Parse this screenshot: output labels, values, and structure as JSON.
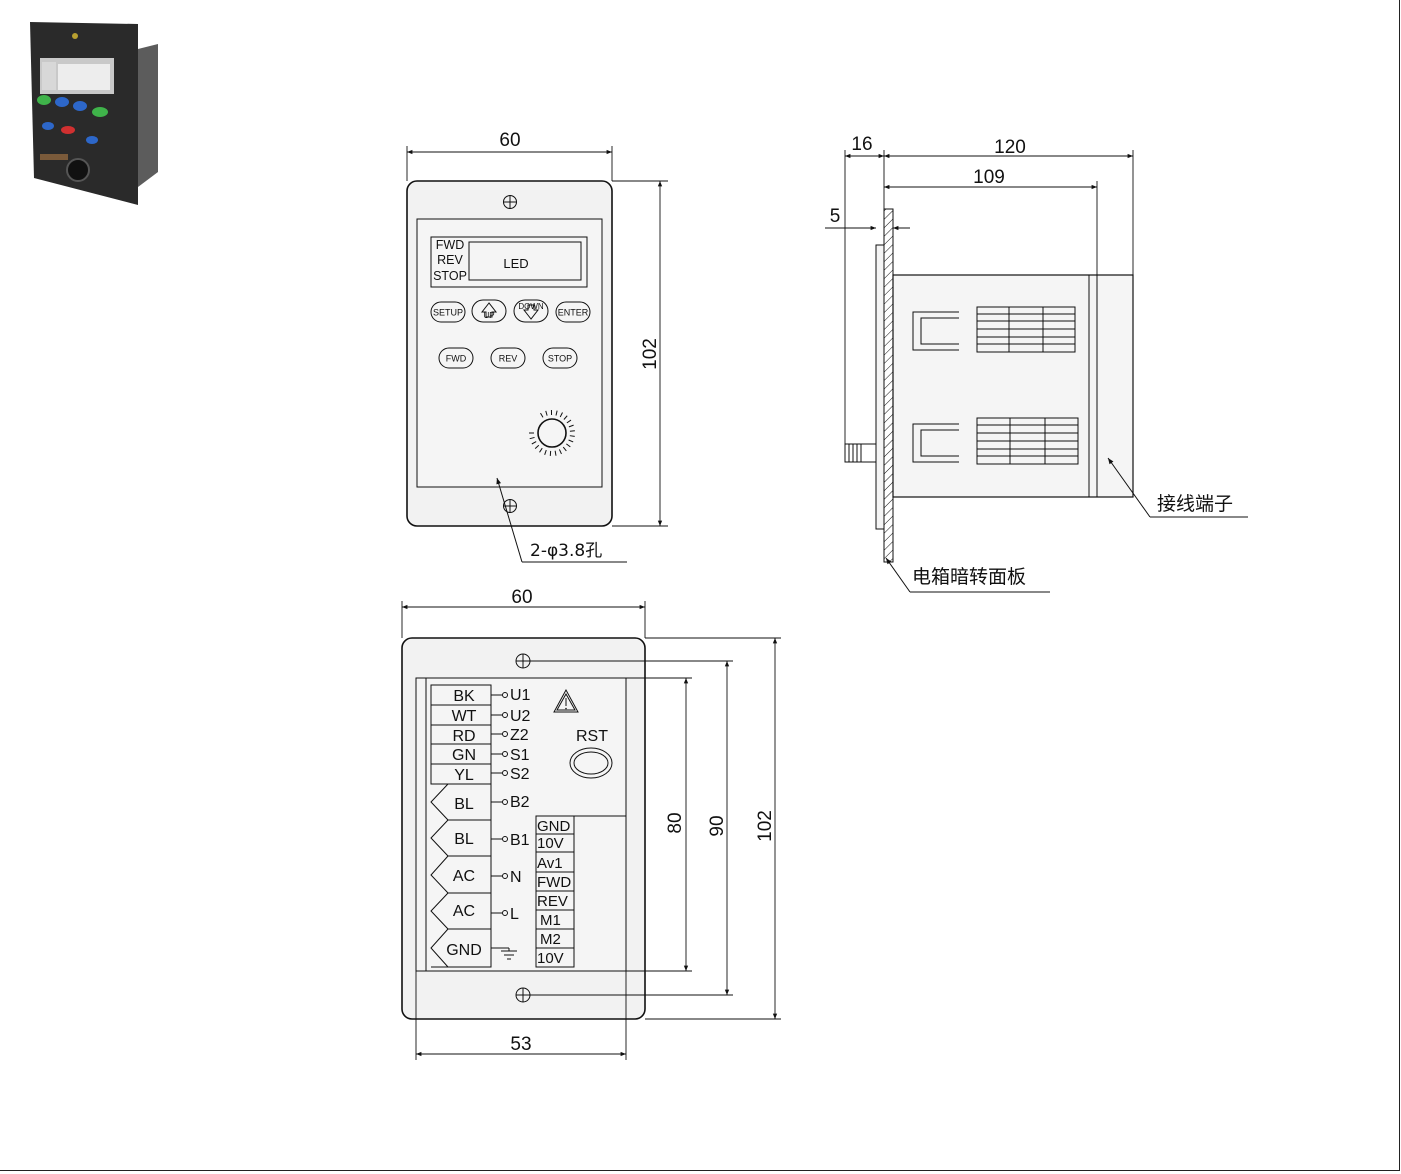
{
  "front_view": {
    "width_dim": "60",
    "height_dim": "102",
    "indicators": [
      "FWD",
      "REV",
      "STOP"
    ],
    "display": "LED",
    "keys_top": [
      "SETUP",
      "UP",
      "DOWN",
      "ENTER"
    ],
    "keys_bottom": [
      "FWD",
      "REV",
      "STOP"
    ],
    "hole_note": "2-φ3.8孔"
  },
  "side_view": {
    "dims": {
      "total_depth": "120",
      "body_depth": "109",
      "bezel": "16",
      "panel": "5"
    },
    "labels": {
      "terminal": "接线端子",
      "panel": "电箱暗转面板"
    }
  },
  "back_view": {
    "width_top": "60",
    "width_bottom": "53",
    "height_dims": [
      "80",
      "90",
      "102"
    ],
    "wire_colors": [
      "BK",
      "WT",
      "RD",
      "GN",
      "YL"
    ],
    "wire_terminals": [
      "U1",
      "U2",
      "Z2",
      "S1",
      "S2"
    ],
    "power_labels": [
      "BL",
      "BL",
      "AC",
      "AC",
      "GND"
    ],
    "power_terminals": [
      "B2",
      "B1",
      "N",
      "L"
    ],
    "rst_label": "RST",
    "control_terminals": [
      "GND",
      "10V",
      "Av1",
      "FWD",
      "REV",
      "M1",
      "M2",
      "10V"
    ]
  }
}
